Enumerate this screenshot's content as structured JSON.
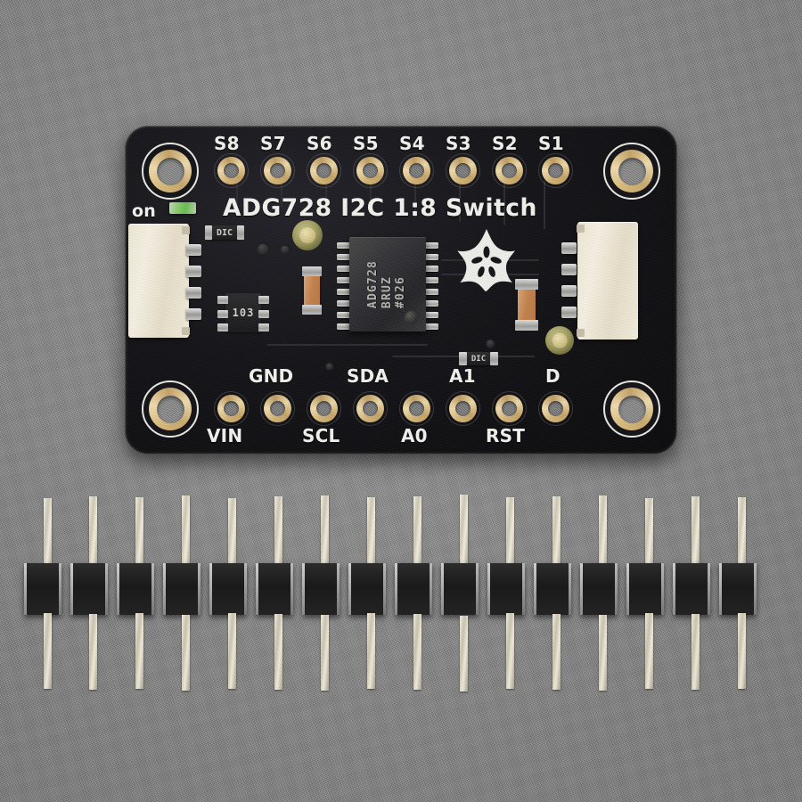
{
  "scene": {
    "background_color": "#8e8e8e",
    "description": "Adafruit ADG728 I2C 1:8 switch breakout board photo with a 16-pin male header strip below"
  },
  "board": {
    "title": "ADG728 I2C 1:8 Switch",
    "pcb_color": "#15151a",
    "silkscreen_color": "#f2f2ee",
    "pad_gold": "#d3b576",
    "led_label": "on",
    "ic": {
      "line1": "ADG728",
      "line2": "BRUZ",
      "line3": "#026"
    },
    "resistor_network_marking": "103",
    "smd_marking": "DIC",
    "top_pin_labels": [
      "S8",
      "S7",
      "S6",
      "S5",
      "S4",
      "S3",
      "S2",
      "S1"
    ],
    "bottom_pin_labels_upper": [
      "GND",
      "SDA",
      "A1",
      "D"
    ],
    "bottom_pin_labels_lower": [
      "VIN",
      "SCL",
      "A0",
      "RST"
    ],
    "bottom_pin_order": [
      "VIN",
      "GND",
      "SCL",
      "SDA",
      "A0",
      "A1",
      "RST",
      "D"
    ],
    "logo_name": "adafruit-flower-logo",
    "connector_left": "stemma-qt-connector-left",
    "connector_right": "stemma-qt-connector-right",
    "mounting_holes": 4
  },
  "header_strip": {
    "pin_count": 16,
    "body_color": "#1a1a1a",
    "pin_color": "#e8e2d4",
    "label": "16-pin male header strip"
  }
}
